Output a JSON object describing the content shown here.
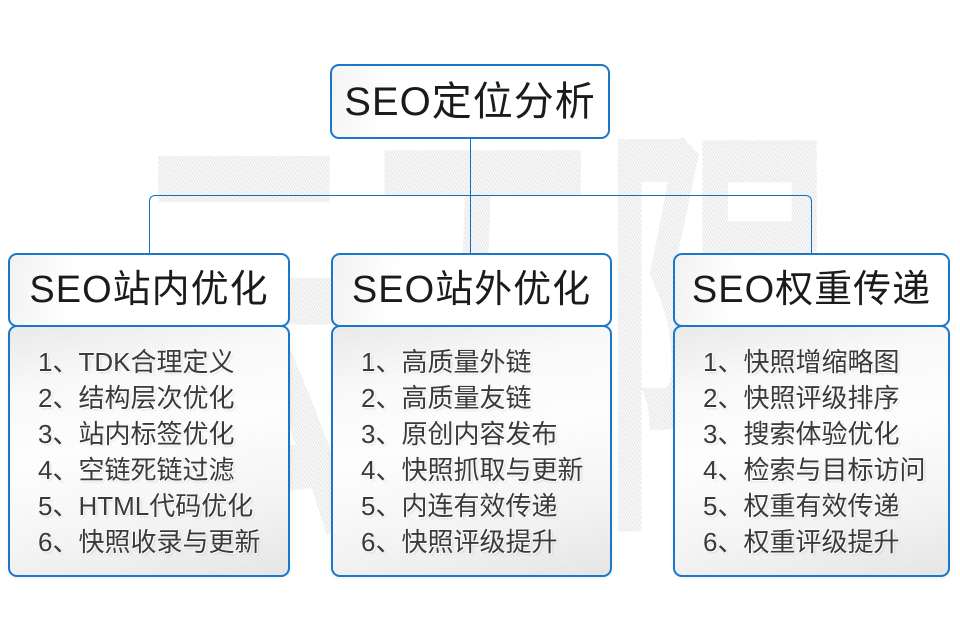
{
  "watermark": {
    "text": "云无限"
  },
  "root": {
    "label": "SEO定位分析"
  },
  "columns": [
    {
      "title": "SEO站内优化",
      "items": [
        "1、TDK合理定义",
        "2、结构层次优化",
        "3、站内标签优化",
        "4、空链死链过滤",
        "5、HTML代码优化",
        "6、快照收录与更新"
      ]
    },
    {
      "title": "SEO站外优化",
      "items": [
        "1、高质量外链",
        "2、高质量友链",
        "3、原创内容发布",
        "4、快照抓取与更新",
        "5、内连有效传递",
        "6、快照评级提升"
      ]
    },
    {
      "title": "SEO权重传递",
      "items": [
        "1、快照增缩略图",
        "2、快照评级排序",
        "3、搜索体验优化",
        "4、检索与目标访问",
        "5、权重有效传递",
        "6、权重评级提升"
      ]
    }
  ],
  "colors": {
    "box_border_blue": "#1b77c8",
    "connector_blue": "#0f70c0",
    "header_text": "#1b1b1b",
    "item_text": "#3a3a3a",
    "watermark_gray": "#e7e7e7"
  }
}
